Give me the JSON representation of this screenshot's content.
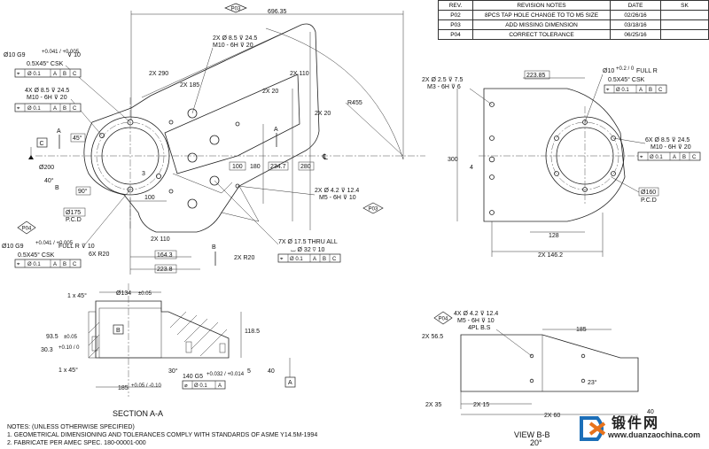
{
  "revision_table": {
    "headers": [
      "REV.",
      "REVISION NOTES",
      "DATE",
      "SK"
    ],
    "rows": [
      {
        "rev": "P02",
        "note": "8PCS TAP HOLE CHANGE TO TO M5 SIZE",
        "date": "02/26/16"
      },
      {
        "rev": "P03",
        "note": "ADD MISSING DIMENSION",
        "date": "03/18/16"
      },
      {
        "rev": "P04",
        "note": "CORRECT TOLERANCE",
        "date": "06/25/16"
      }
    ]
  },
  "main_view": {
    "rev_tag": "P03",
    "overall": "696.35",
    "d2x290": "2X 290",
    "d2x185": "2X 185",
    "d2x110": "2X 110",
    "d2x20a": "2X 20",
    "d2x20b": "2X 20",
    "r455": "R455",
    "bore_callout": "Ø10 G9",
    "bore_tol": "+0.041 / +0.005",
    "bore_depth": "⊽ 10",
    "bore_csk": "0.5X45° CSK",
    "tap4x_a": "4X Ø 8.5 ⊽ 24.5",
    "tap4x_b": "M10 - 6H ⊽ 20",
    "tap2x_a": "2X Ø 8.5 ⊽ 24.5",
    "tap2x_b": "M10 - 6H ⊽ 20",
    "fcf_a": [
      "⌖",
      "Ø 0.1",
      "A",
      "B",
      "C"
    ],
    "datum_c": "C",
    "datum_a": "A",
    "datum_b": "B",
    "ang45": "45°",
    "ang40": "40°",
    "ang90": "90°",
    "dia200": "Ø200",
    "dia175": "Ø175",
    "pcd": "P.C.D",
    "d3": "3",
    "d100": "100",
    "d2x110b": "2X 110",
    "d164": "164.3",
    "d223": "223.8",
    "r6x": "6X R20",
    "r2x": "2X R20",
    "box100": "100",
    "d180": "180",
    "box234": "234.7",
    "box280": "280",
    "cl": "℄",
    "sectA": "A",
    "sectB": "B",
    "tap2x_m5_a": "2X Ø 4.2 ⊽ 12.4",
    "tap2x_m5_b": "M5 - 6H ⊽ 10",
    "p03_tag2": "P03",
    "p04_tag": "P04",
    "bore2_callout": "Ø10 G9",
    "bore2_tol": "+0.041 / +0.005",
    "bore2_full": "FULL R ⊽ 10",
    "bore2_csk": "0.5X45° CSK",
    "thru7x": "7X Ø 17.5 THRU ALL",
    "cbore": "⌴ Ø 32 ⊽ 10",
    "fcf_b": [
      "⌖",
      "Ø 0.1",
      "A",
      "B",
      "C"
    ],
    "fcf_c": [
      "⌖",
      "Ø 0.1",
      "A",
      "B",
      "C"
    ]
  },
  "right_view": {
    "d223": "223.85",
    "tap2x_a": "2X Ø 2.5 ⊽ 7.5",
    "tap2x_b": "M3 - 6H ⊽ 6",
    "bore_a": "Ø10",
    "bore_tol": "+0.2 / 0",
    "bore_b": "FULL R",
    "bore_csk": "0.5X45° CSK",
    "d300": "300",
    "d4": "4",
    "tap6x_a": "6X Ø 8.5 ⊽ 24.5",
    "tap6x_b": "M10 - 6H ⊽ 20",
    "dia160": "Ø160",
    "pcd": "P.C.D",
    "d128": "128",
    "d146": "2X 146.2",
    "fcf": [
      "⌖",
      "Ø 0.1",
      "A",
      "B",
      "C"
    ],
    "fcf2": [
      "⌖",
      "Ø 0.1",
      "A",
      "B",
      "C"
    ]
  },
  "section_view": {
    "title": "SECTION A-A",
    "d1x45a": "1 x 45°",
    "d134": "Ø134",
    "d134_tol": "±0.05",
    "d93": "93.5",
    "d93_tol": "±0.05",
    "d30": "30.3",
    "d30_tol": "+0.10 / 0",
    "datum_b": "B",
    "d1x45b": "1 x 45°",
    "d185": "185",
    "d185_tol": "+0.05 / -0.10",
    "d118": "118.5",
    "d30deg": "30°",
    "d140": "140 G5",
    "d140_tol": "+0.032 / +0.014",
    "fcf": [
      "⌀",
      "Ø 0.1",
      "A"
    ],
    "d5": "5",
    "d40": "40",
    "datum_a": "A"
  },
  "view_bb": {
    "title": "VIEW B-B",
    "ang20": "20°",
    "rev_tag": "P04",
    "tap4x_a": "4X Ø 4.2 ⊽ 12.4",
    "tap4x_b": "M5 - 6H ⊽ 10",
    "tap4x_c": "4PL B.S",
    "d185": "185",
    "d2x56": "2X 56.5",
    "d23": "23°",
    "d2x35": "2X 35",
    "d2x15": "2X 15",
    "d2x60": "2X 60",
    "d40": "40"
  },
  "notes": {
    "title": "NOTES: (UNLESS OTHERWISE SPECIFIED)",
    "n1": "1.  GEOMETRICAL DIMENSIONING AND TOLERANCES COMPLY WITH STANDARDS OF ASME Y14.5M-1994",
    "n2": "2.  FABRICATE PER AMEC SPEC. 180-00001-000"
  },
  "watermark": {
    "cn": "锻件网",
    "url": "www.duanzaochina.com"
  }
}
